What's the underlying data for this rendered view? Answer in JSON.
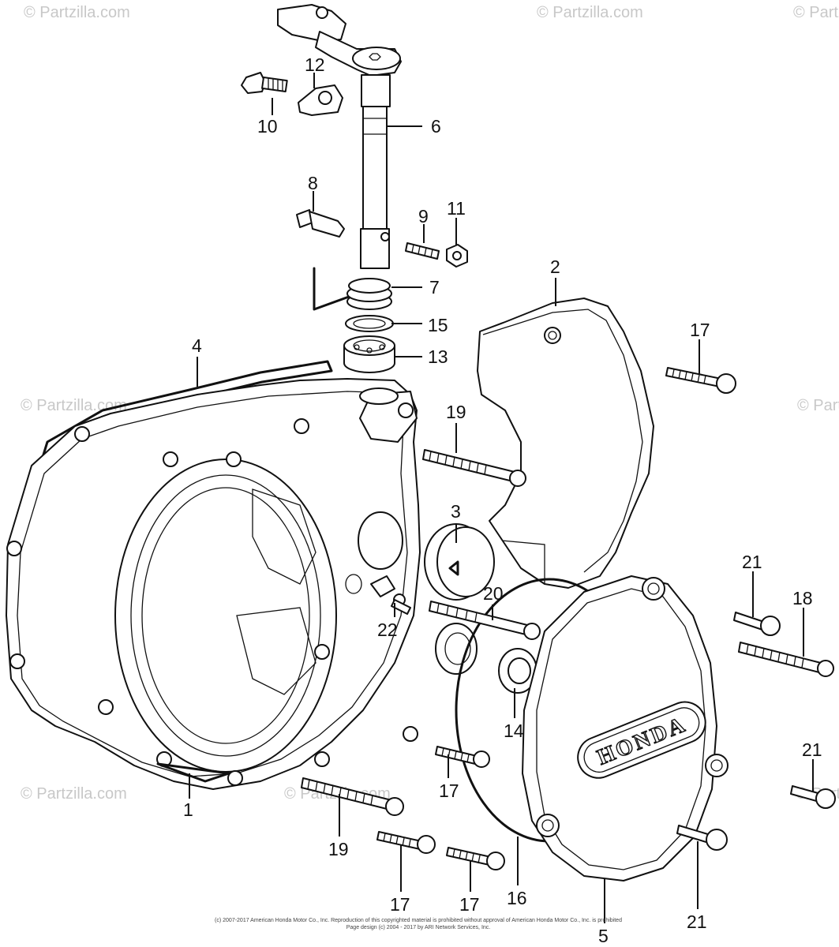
{
  "watermark": {
    "text": "© Partzilla.com"
  },
  "callouts": {
    "c1": "1",
    "c2": "2",
    "c3": "3",
    "c4": "4",
    "c5": "5",
    "c6": "6",
    "c7": "7",
    "c8": "8",
    "c9": "9",
    "c10": "10",
    "c11": "11",
    "c12": "12",
    "c13": "13",
    "c14": "14",
    "c15": "15",
    "c16": "16",
    "c17a": "17",
    "c17b": "17",
    "c17c": "17",
    "c17d": "17",
    "c18": "18",
    "c19a": "19",
    "c19b": "19",
    "c20": "20",
    "c21a": "21",
    "c21b": "21",
    "c21c": "21",
    "c22": "22"
  },
  "emblem": {
    "text": "HONDA"
  },
  "footer": {
    "line1": "(c) 2007-2017 American Honda Motor Co., Inc. Reproduction of this copyrighted material is prohibited without approval of American Honda Motor Co., Inc. is prohibited",
    "line2": "Page design (c) 2004 - 2017 by ARI Network Services, Inc."
  }
}
